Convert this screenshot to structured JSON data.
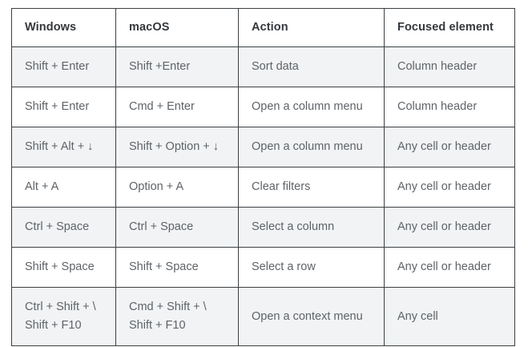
{
  "table": {
    "columns": [
      {
        "key": "windows",
        "label": "Windows"
      },
      {
        "key": "macos",
        "label": "macOS"
      },
      {
        "key": "action",
        "label": "Action"
      },
      {
        "key": "focused",
        "label": "Focused element"
      }
    ],
    "rows": [
      {
        "windows": "Shift + Enter",
        "macos": "Shift +Enter",
        "action": "Sort data",
        "focused": "Column header",
        "shaded": true
      },
      {
        "windows": "Shift + Enter",
        "macos": "Cmd + Enter",
        "action": "Open a column menu",
        "focused": "Column header",
        "shaded": false
      },
      {
        "windows": "Shift + Alt + ↓",
        "macos": "Shift + Option + ↓",
        "action": "Open a column menu",
        "focused": "Any cell or header",
        "shaded": true
      },
      {
        "windows": "Alt + A",
        "macos": "Option + A",
        "action": "Clear filters",
        "focused": "Any cell or header",
        "shaded": false
      },
      {
        "windows": "Ctrl + Space",
        "macos": "Ctrl + Space",
        "action": "Select a column",
        "focused": "Any cell or header",
        "shaded": true
      },
      {
        "windows": "Shift + Space",
        "macos": "Shift + Space",
        "action": "Select a row",
        "focused": "Any cell or header",
        "shaded": false
      },
      {
        "windows_line1": "Ctrl + Shift + \\",
        "windows_line2": "Shift + F10",
        "macos_line1": "Cmd + Shift + \\",
        "macos_line2": "Shift + F10",
        "action": "Open a context menu",
        "focused": "Any cell",
        "shaded": true,
        "tall": true
      }
    ]
  },
  "colors": {
    "border": "#3c4043",
    "header_text": "#34383c",
    "body_text": "#5f6368",
    "row_shaded_bg": "#f1f3f4",
    "row_plain_bg": "#ffffff"
  }
}
